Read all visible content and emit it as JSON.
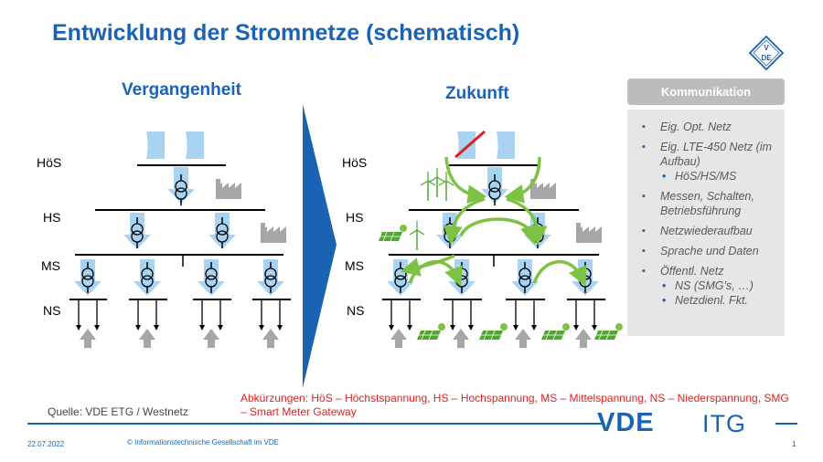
{
  "title": "Entwicklung der Stromnetze (schematisch)",
  "past_title": "Vergangenheit",
  "future_title": "Zukunft",
  "levels": [
    "HöS",
    "HS",
    "MS",
    "NS"
  ],
  "communication": {
    "header": "Kommunikation",
    "items": [
      {
        "text": "Eig. Opt. Netz",
        "sub": []
      },
      {
        "text": "Eig. LTE-450 Netz (im Aufbau)",
        "sub": [
          "HöS/HS/MS"
        ]
      },
      {
        "text": "Messen, Schalten, Betriebsführung",
        "sub": []
      },
      {
        "text": "Netzwiederaufbau",
        "sub": []
      },
      {
        "text": "Sprache und Daten",
        "sub": []
      },
      {
        "text": "Öffentl. Netz",
        "sub": [
          "NS (SMG’s, …)",
          "Netzdienl. Fkt."
        ]
      }
    ]
  },
  "source": "Quelle: VDE ETG / Westnetz",
  "abbreviations": "Abkürzungen: HöS – Höchstspannung, HS – Hochspannung, MS – Mittelspannung, NS – Niederspannung, SMG – Smart Meter Gateway",
  "footer": {
    "date": "22.07.2022",
    "copyright": "© Informationstechnische Gesellschaft im VDE",
    "page": "1",
    "logo_vde": "VDE",
    "logo_itg": "ITG",
    "badge_v": "V",
    "badge_de": "DE"
  },
  "colors": {
    "brand_blue": "#1a63b4",
    "arrow_light_blue": "#a9d3f2",
    "green_flow": "#7dc243",
    "red_strike": "#e02020",
    "gray": "#a6a6a6"
  }
}
